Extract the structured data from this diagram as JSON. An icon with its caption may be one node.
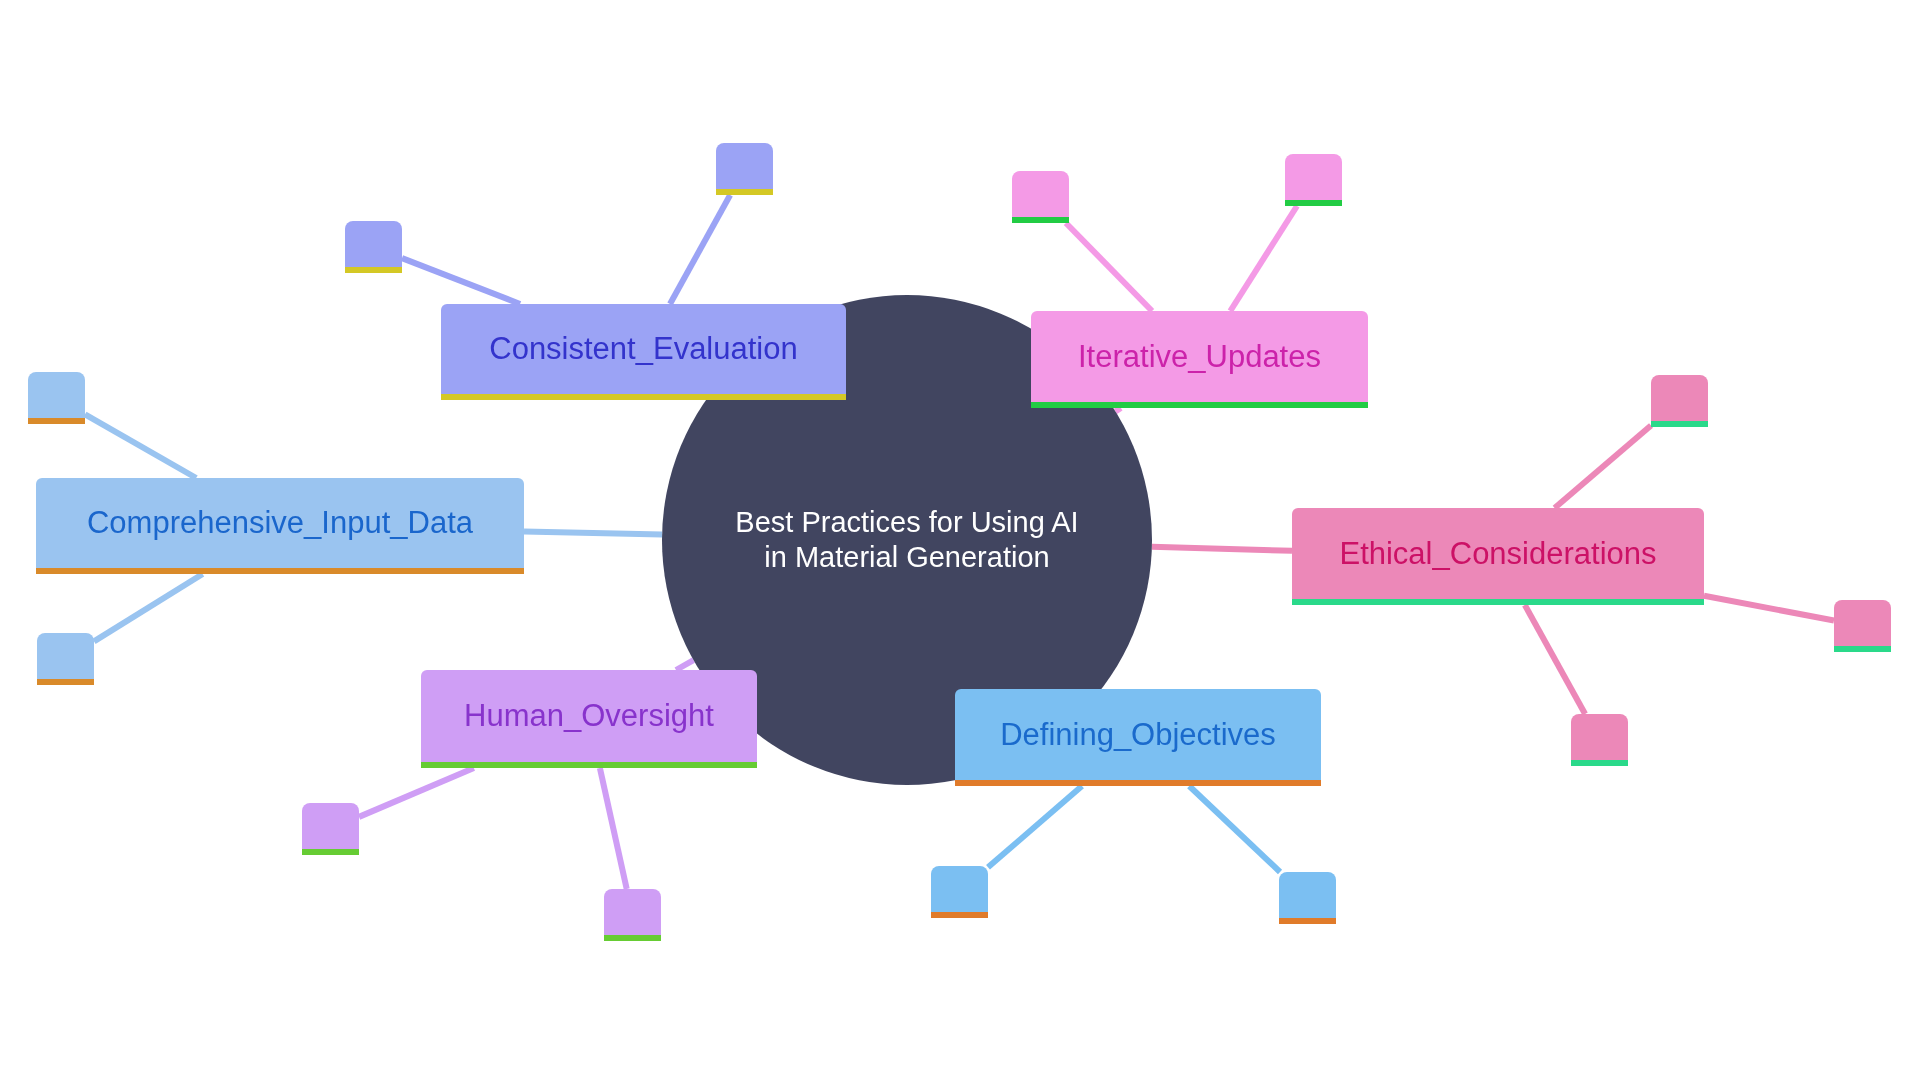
{
  "diagram": {
    "nodes": [
      {
        "text": [
          "Best Practices for Using AI in Material Generation"
        ]
      },
      {
        "text": [
          "Consistent_Evaluation"
        ]
      },
      {
        "text": [],
        "shape": "box"
      },
      {
        "text": [],
        "shape": "box"
      },
      {
        "text": [
          "Iterative_Updates"
        ]
      },
      {
        "text": [],
        "shape": "box"
      },
      {
        "text": [],
        "shape": "box"
      },
      {
        "text": [
          "Comprehensive_Input_Data"
        ]
      },
      {
        "text": [],
        "shape": "box"
      },
      {
        "text": [],
        "shape": "box"
      },
      {
        "text": [
          "Ethical_Considerations"
        ]
      },
      {
        "text": [],
        "shape": "box"
      },
      {
        "text": [],
        "shape": "box"
      },
      {
        "text": [],
        "shape": "box"
      },
      {
        "text": [
          "Human_Oversight"
        ]
      },
      {
        "text": [],
        "shape": "box"
      },
      {
        "text": [],
        "shape": "box"
      },
      {
        "text": [
          "Defining_Objectives"
        ]
      },
      {
        "text": [],
        "shape": "box"
      },
      {
        "text": [],
        "shape": "box"
      }
    ],
    "edges": [
      {
        "from": 1,
        "to": 2,
        "arrow": "none",
        "color": "#9ba3f5"
      },
      {
        "from": 1,
        "to": 3,
        "arrow": "none",
        "color": "#9ba3f5"
      },
      {
        "from": 0,
        "to": 4,
        "arrow": "none",
        "color": "#f49ae6"
      },
      {
        "from": 4,
        "to": 5,
        "arrow": "none",
        "color": "#f49ae6"
      },
      {
        "from": 4,
        "to": 6,
        "arrow": "none",
        "color": "#f49ae6"
      },
      {
        "from": 0,
        "to": 7,
        "arrow": "none",
        "color": "#9ac4f0"
      },
      {
        "from": 7,
        "to": 8,
        "arrow": "none",
        "color": "#9ac4f0"
      },
      {
        "from": 7,
        "to": 9,
        "arrow": "none",
        "color": "#9ac4f0"
      },
      {
        "from": 0,
        "to": 10,
        "arrow": "none",
        "color": "#ec88b8"
      },
      {
        "from": 10,
        "to": 11,
        "arrow": "none",
        "color": "#ec88b8"
      },
      {
        "from": 10,
        "to": 12,
        "arrow": "none",
        "color": "#ec88b8"
      },
      {
        "from": 10,
        "to": 13,
        "arrow": "none",
        "color": "#ec88b8"
      },
      {
        "from": 0,
        "to": 14,
        "arrow": "none",
        "color": "#cf9ef5"
      },
      {
        "from": 14,
        "to": 15,
        "arrow": "none",
        "color": "#cf9ef5"
      },
      {
        "from": 14,
        "to": 16,
        "arrow": "none",
        "color": "#cf9ef5"
      },
      {
        "from": 17,
        "to": 18,
        "arrow": "none",
        "color": "#7bbff2"
      },
      {
        "from": 17,
        "to": 19,
        "arrow": "none",
        "color": "#7bbff2"
      }
    ]
  }
}
